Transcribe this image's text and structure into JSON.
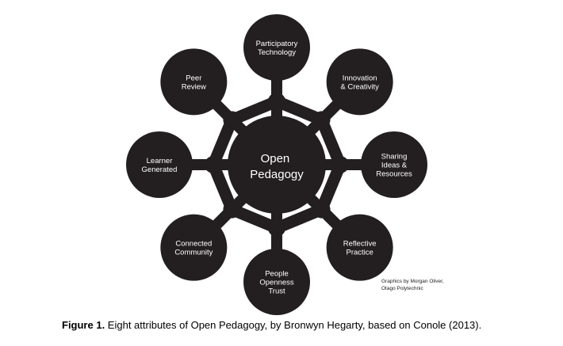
{
  "diagram": {
    "center": {
      "lines": [
        "Open",
        "Pedagogy"
      ]
    },
    "nodes": [
      {
        "id": "participatory-technology",
        "lines": [
          "Participatory",
          "Technology"
        ]
      },
      {
        "id": "innovation-creativity",
        "lines": [
          "Innovation",
          "& Creativity"
        ]
      },
      {
        "id": "sharing-ideas-resources",
        "lines": [
          "Sharing",
          "Ideas &",
          "Resources"
        ]
      },
      {
        "id": "reflective-practice",
        "lines": [
          "Reflective",
          "Practice"
        ]
      },
      {
        "id": "people-openness-trust",
        "lines": [
          "People",
          "Openness",
          "Trust"
        ]
      },
      {
        "id": "connected-community",
        "lines": [
          "Connected",
          "Community"
        ]
      },
      {
        "id": "learner-generated",
        "lines": [
          "Learner",
          "Generated"
        ]
      },
      {
        "id": "peer-review",
        "lines": [
          "Peer",
          "Review"
        ]
      }
    ],
    "credit": {
      "line1": "Graphics by Morgan Oliver,",
      "line2": "Otago Polytechnic"
    },
    "colors": {
      "fill": "#231f20",
      "text": "#ffffff"
    }
  },
  "caption": {
    "label": "Figure 1.",
    "text": " Eight attributes of Open Pedagogy, by Bronwyn Hegarty, based on Conole (2013)."
  }
}
